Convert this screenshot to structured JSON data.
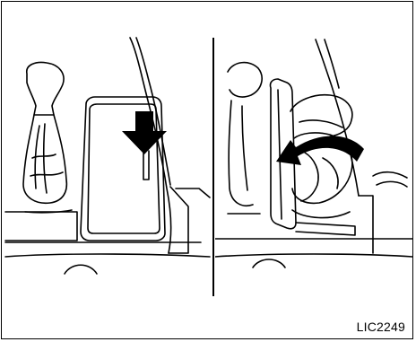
{
  "figure": {
    "caption": "LIC2249",
    "left_panel": {
      "depicts": [
        "gear-shifter",
        "console-cup-holder-lid-closed",
        "push-down-arrow"
      ]
    },
    "right_panel": {
      "depicts": [
        "gear-shifter",
        "console-cup-holder-lid-open",
        "cup-holder",
        "curved-open-arrow"
      ]
    },
    "colors": {
      "line": "#000000",
      "background": "#ffffff",
      "arrow_fill": "#000000"
    }
  }
}
